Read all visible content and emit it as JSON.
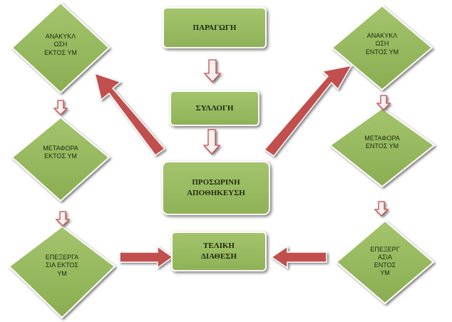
{
  "colors": {
    "box_fill": "#92b35a",
    "box_fill_light": "#a3c46c",
    "arrow_fill": "#c0504d",
    "arrow_stroke": "#ffffff",
    "text": "#1f2a10"
  },
  "center_column": {
    "production": "ΠΑΡΑΓΩΓΗ",
    "collection": "ΣΥΛΛΟΓΗ",
    "temporary_storage": "ΠΡΟΣΩΡΙΝΗ\nΑΠΟΘΗΚΕΥΣΗ",
    "final_disposal": "ΤΕΛΙΚΗ\nΔΙΑΘΕΣΗ"
  },
  "left_column": {
    "recycling_outside": "ΑΝΑΚΥΚΛ\nΩΣΗ\nΕΚΤΟΣ ΥΜ",
    "transport_outside": "ΜΕΤΑΦΟΡΑ\nΕΚΤΟΣ ΥΜ",
    "processing_outside": "ΕΠΕΞΕΡΓΑ\nΣΙΑ ΕΚΤΟΣ\nΥΜ"
  },
  "right_column": {
    "recycling_inside": "ΑΝΑΚΥΚΛ\nΩΣΗ\nΕΝΤΟΣ ΥΜ",
    "transport_inside": "ΜΕΤΑΦΟΡΑ\nΕΝΤΟΣ ΥΜ",
    "processing_inside": "ΕΠΕΞΕΡΓ\nΑΣΙΑ\nΕΝΤΟΣ\nΥΜ"
  }
}
